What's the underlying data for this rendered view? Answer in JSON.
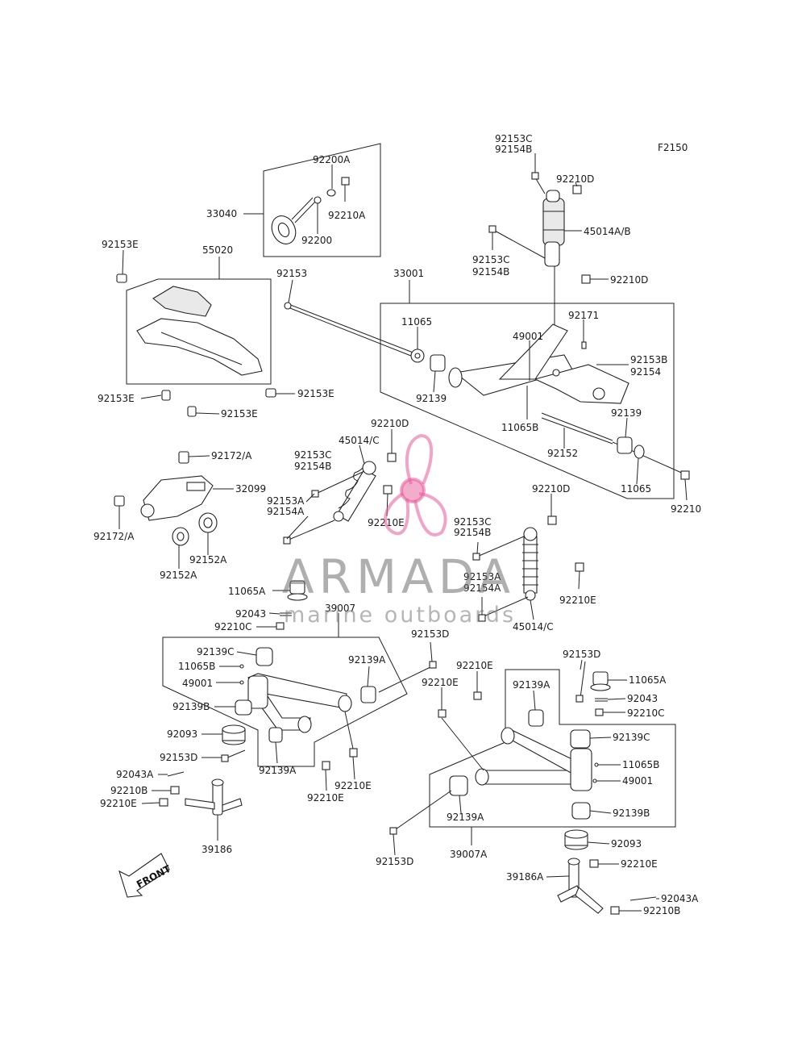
{
  "figure_code": "F2150",
  "watermark": {
    "brand": "ARMADA",
    "tagline": "marine outboards"
  },
  "direction_label": "FRONT",
  "labels": {
    "l_92153C_top": "92153C",
    "l_92154B_top": "92154B",
    "l_92210D_top": "92210D",
    "l_45014AB": "45014A/B",
    "l_92153C_mid": "92153C",
    "l_92154B_mid": "92154B",
    "l_92210D_mid": "92210D",
    "l_33001": "33001",
    "l_92171": "92171",
    "l_49001_t": "49001",
    "l_92153B": "92153B",
    "l_92154": "92154",
    "l_11065_t": "11065",
    "l_92139_l": "92139",
    "l_11065B_t": "11065B",
    "l_92139_r": "92139",
    "l_92152": "92152",
    "l_11065_r": "11065",
    "l_92210": "92210",
    "l_92200A": "92200A",
    "l_33040": "33040",
    "l_92210A": "92210A",
    "l_92200": "92200",
    "l_92153E_1": "92153E",
    "l_55020": "55020",
    "l_92153": "92153",
    "l_92153E_2": "92153E",
    "l_92153E_3": "92153E",
    "l_92153E_4": "92153E",
    "l_92172A_1": "92172/A",
    "l_32099": "32099",
    "l_92172A_2": "92172/A",
    "l_92152A_1": "92152A",
    "l_92152A_2": "92152A",
    "l_92210D_c": "92210D",
    "l_45014C_1": "45014/C",
    "l_92153C_c": "92153C",
    "l_92154B_c": "92154B",
    "l_92153A_c": "92153A",
    "l_92154A_c": "92154A",
    "l_92210E_c": "92210E",
    "l_92210D_r": "92210D",
    "l_92153C_r": "92153C",
    "l_92154B_r": "92154B",
    "l_92153A_r": "92153A",
    "l_92154A_r": "92154A",
    "l_92210E_r": "92210E",
    "l_45014C_2": "45014/C",
    "l_11065A_1": "11065A",
    "l_92043_1": "92043",
    "l_92210C_1": "92210C",
    "l_39007": "39007",
    "l_92153D_1": "92153D",
    "l_92139C_1": "92139C",
    "l_11065B_1": "11065B",
    "l_49001_1": "49001",
    "l_92139A_1": "92139A",
    "l_92139B_1": "92139B",
    "l_92093_1": "92093",
    "l_92153D_2": "92153D",
    "l_92139A_2": "92139A",
    "l_92210E_1": "92210E",
    "l_92210E_2": "92210E",
    "l_92043A_1": "92043A",
    "l_92210B_1": "92210B",
    "l_92210E_3": "92210E",
    "l_39186": "39186",
    "l_92210E_4": "92210E",
    "l_92210E_5": "92210E",
    "l_92153D_3": "92153D",
    "l_11065A_2": "11065A",
    "l_92043_2": "92043",
    "l_92210C_2": "92210C",
    "l_92139A_3": "92139A",
    "l_92139C_2": "92139C",
    "l_11065B_2": "11065B",
    "l_49001_2": "49001",
    "l_92139B_2": "92139B",
    "l_92139A_4": "92139A",
    "l_92153D_4": "92153D",
    "l_39007A": "39007A",
    "l_92093_2": "92093",
    "l_92210E_6": "92210E",
    "l_39186A": "39186A",
    "l_92043A_2": "92043A",
    "l_92210B_2": "92210B"
  },
  "colors": {
    "line": "#222222",
    "watermark_pink": "#e85a9a",
    "watermark_gray": "#6e6e6e"
  }
}
